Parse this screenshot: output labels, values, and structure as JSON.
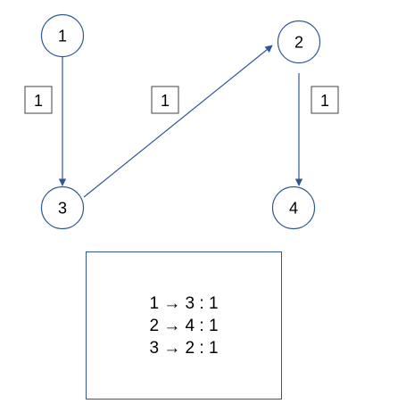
{
  "nodes": [
    {
      "id": "1",
      "label": "1"
    },
    {
      "id": "2",
      "label": "2"
    },
    {
      "id": "3",
      "label": "3"
    },
    {
      "id": "4",
      "label": "4"
    }
  ],
  "edges": [
    {
      "from": "1",
      "to": "3",
      "weight": "1"
    },
    {
      "from": "3",
      "to": "2",
      "weight": "1"
    },
    {
      "from": "2",
      "to": "4",
      "weight": "1"
    }
  ],
  "summary": {
    "lines": [
      "1 → 3 : 1",
      "2 → 4 : 1",
      "3 → 2 : 1"
    ]
  },
  "colors": {
    "node_stroke": "#2f5597",
    "edge_stroke": "#2f5597",
    "weight_box_stroke": "#404040"
  }
}
